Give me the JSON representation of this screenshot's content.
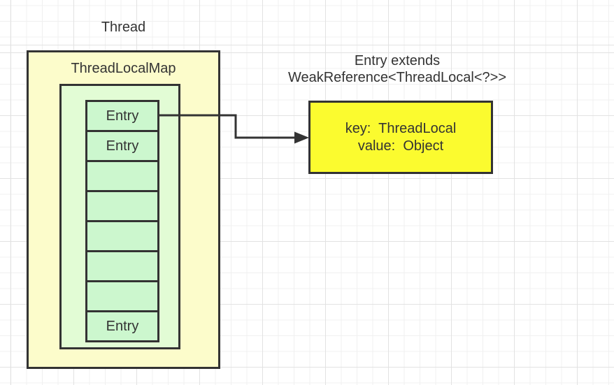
{
  "diagram": {
    "thread_title": "Thread",
    "map_label": "ThreadLocalMap",
    "entries": [
      {
        "label": "Entry"
      },
      {
        "label": "Entry"
      },
      {
        "label": ""
      },
      {
        "label": ""
      },
      {
        "label": ""
      },
      {
        "label": ""
      },
      {
        "label": ""
      },
      {
        "label": "Entry"
      }
    ],
    "caption": {
      "line1": "Entry extends",
      "line2": "WeakReference<ThreadLocal<?>>"
    },
    "detail_box": {
      "key_line": "key:  ThreadLocal",
      "value_line": "value:  Object"
    },
    "colors": {
      "thread_box_fill": "#fcfccb",
      "map_container_fill": "#e2fcd5",
      "entry_cell_fill": "#ccf7ce",
      "detail_box_fill": "#fbfb2f",
      "border": "#333333",
      "arrow": "#333333",
      "text": "#333333",
      "grid_minor": "#f0f0f0",
      "grid_major": "#e2e2e2"
    }
  }
}
